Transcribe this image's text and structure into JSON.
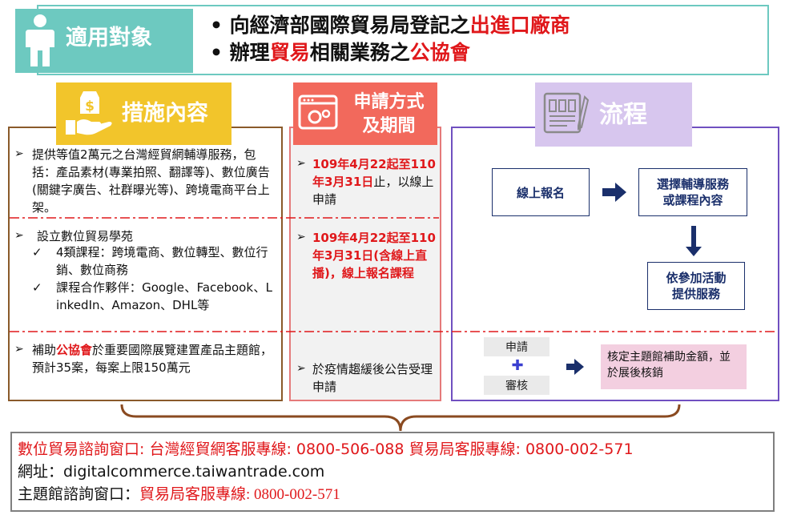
{
  "audience": {
    "label": "適用對象",
    "line1_prefix": "• 向經濟部國際貿易局登記之",
    "line1_highlight": "出進口廠商",
    "line2_prefix": "• 辦理",
    "line2_highlight1": "貿易",
    "line2_middle": "相關業務之",
    "line2_highlight2": "公協會"
  },
  "columns": {
    "measures": {
      "title": "措施內容",
      "item1": "提供等值2萬元之台灣經貿網輔導服務，包括：產品素材(專業拍照、翻譯等)、數位廣告(關鍵字廣告、社群曝光等)、跨境電商平台上架。",
      "item2_title": "設立數位貿易學苑",
      "item2_sub1": "4類課程：跨境電商、數位轉型、數位行銷、數位商務",
      "item2_sub2": "課程合作夥伴：Google、Facebook、LinkedIn、Amazon、DHL等",
      "item3_prefix": "補助",
      "item3_highlight": "公協會",
      "item3_suffix": "於重要國際展覽建置產品主題館，預計35案，每案上限150萬元"
    },
    "application": {
      "title_line1": "申請方式",
      "title_line2": "及期間",
      "item1_red": "109年4月22起至110年3月31日",
      "item1_black": "止，以線上申請",
      "item2": "109年4月22起至110年3月31日(含線上直播)，線上報名課程",
      "item3": "於疫情趨緩後公告受理申請"
    },
    "process": {
      "title": "流程",
      "step_register": "線上報名",
      "step_choose": "選擇輔導服務或課程內容",
      "step_provide": "依參加活動提供服務",
      "step_apply": "申請",
      "plus": "✚",
      "step_review": "審核",
      "step_result": "核定主題館補助金額，並於展後核銷"
    }
  },
  "contact": {
    "line1": "數位貿易諮詢窗口: 台灣經貿網客服專線: 0800-506-088  貿易局客服專線: 0800-002-571",
    "line2": "網址：digitalcommerce.taiwantrade.com",
    "line3_prefix": "主題館諮詢窗口：",
    "line3_red": "貿易局客服專線: 0800-002-571"
  },
  "colors": {
    "teal": "#6dc9c0",
    "gold": "#f2c52b",
    "salmon": "#f2695c",
    "lavender": "#d7c6ee",
    "measures_border": "#8a5a2a",
    "application_border": "#e57a7a",
    "process_border": "#7050c0",
    "red_text": "#e0181b",
    "dash_red": "#e0181b",
    "arrow_navy": "#1a2f6b",
    "pink_box": "#f3cfe0"
  },
  "icons": [
    "person-icon",
    "money-hand-icon",
    "browser-gear-icon",
    "document-pen-icon",
    "arrow-right-icon",
    "arrow-down-icon",
    "plus-icon",
    "check-icon",
    "bullet-arrow-icon"
  ]
}
